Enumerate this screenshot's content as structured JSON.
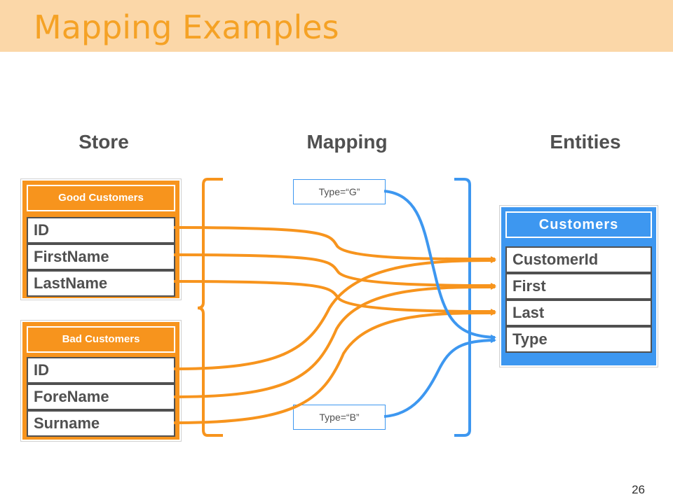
{
  "slide": {
    "title": "Mapping Examples",
    "page_number": "26"
  },
  "columns": {
    "store": "Store",
    "mapping": "Mapping",
    "entities": "Entities"
  },
  "store_tables": [
    {
      "name": "Good Customers",
      "fields": [
        "ID",
        "FirstName",
        "LastName"
      ]
    },
    {
      "name": "Bad Customers",
      "fields": [
        "ID",
        "ForeName",
        "Surname"
      ]
    }
  ],
  "entity": {
    "name": "Customers",
    "fields": [
      "CustomerId",
      "First",
      "Last",
      "Type"
    ]
  },
  "conditions": {
    "good": "Type=“G”",
    "bad": "Type=“B”"
  },
  "colors": {
    "title_bar": "#fbd7a8",
    "title_text": "#f5a225",
    "store_orange": "#f7941d",
    "entity_blue": "#3d97f0",
    "text_gray": "#505050"
  }
}
